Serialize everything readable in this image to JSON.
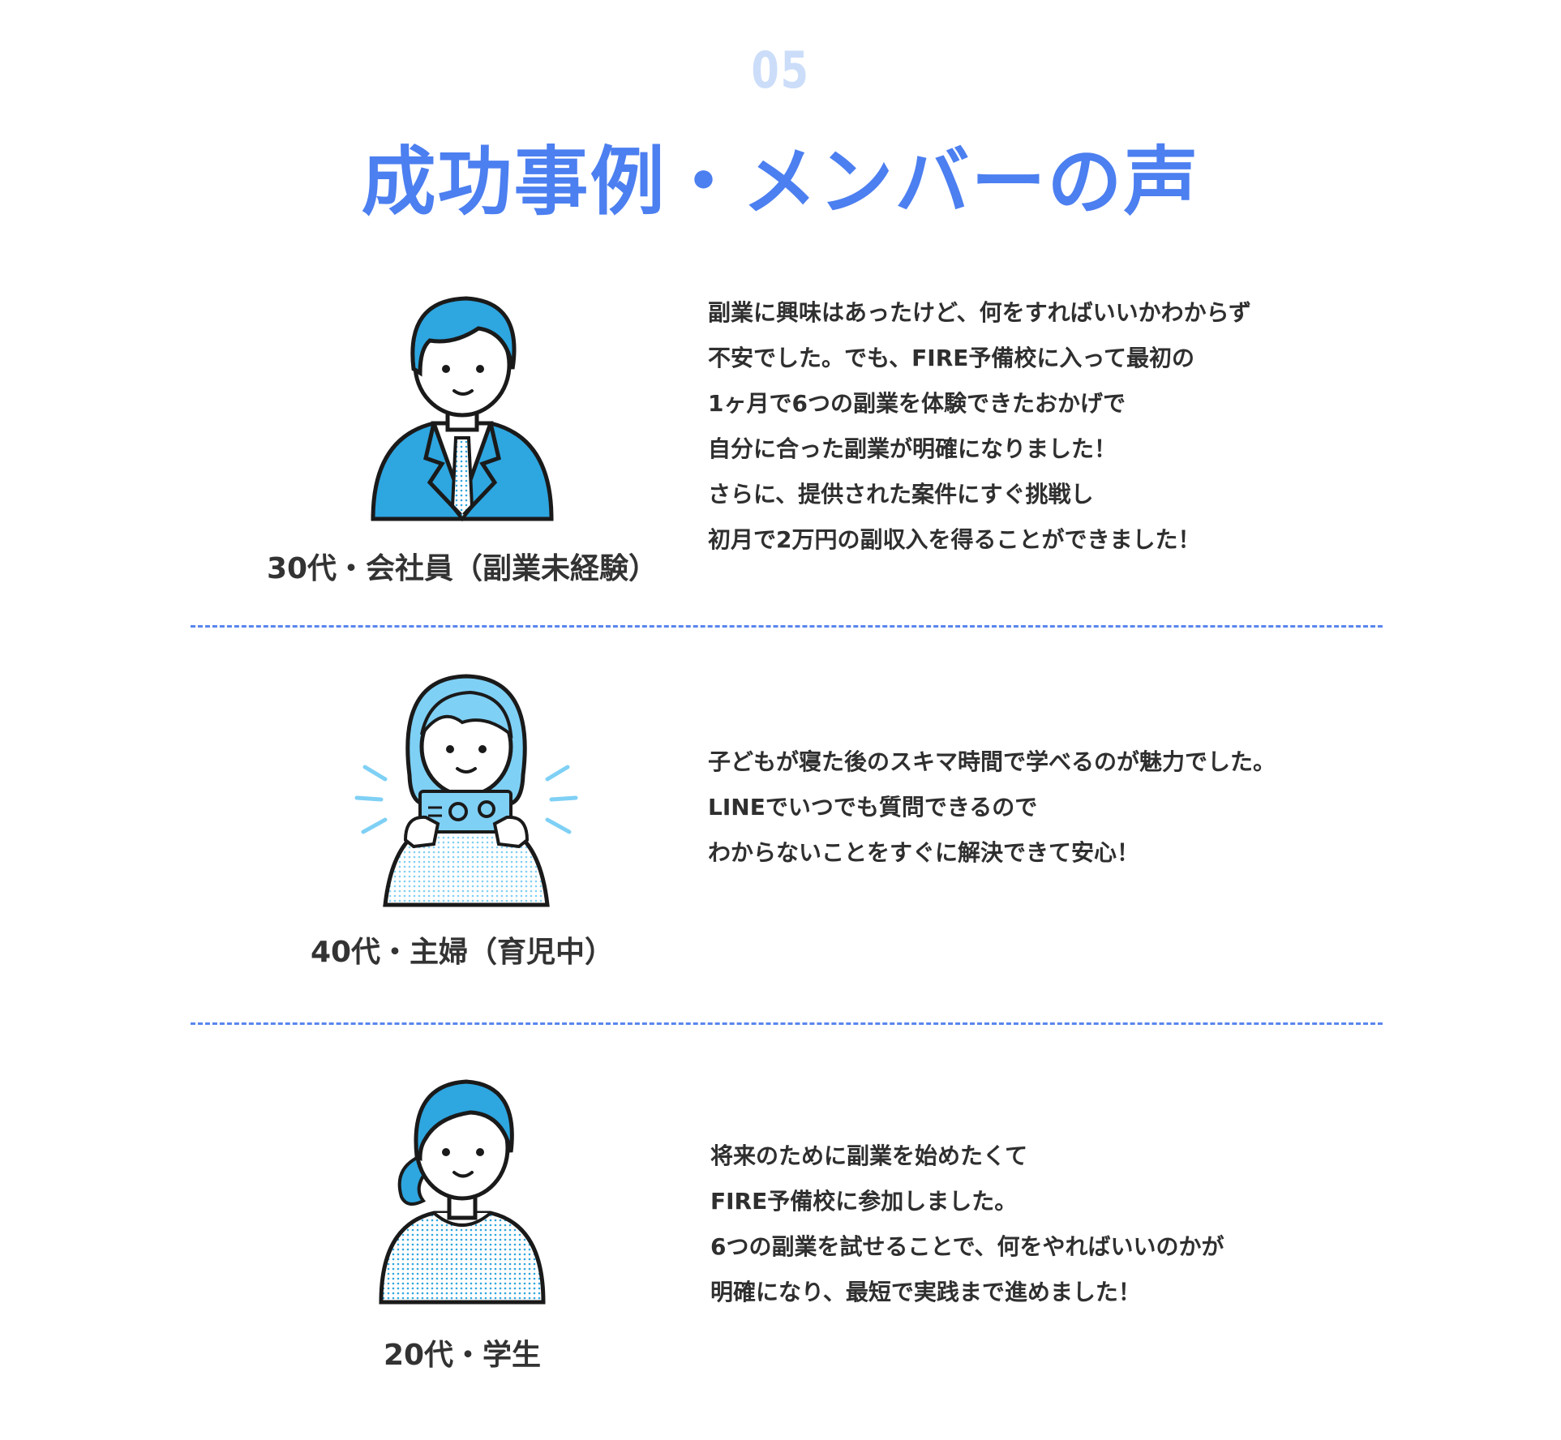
{
  "header": {
    "section_number": "05",
    "title": "成功事例・メンバーの声"
  },
  "colors": {
    "accent": "#4c7ff0",
    "number": "#cbddf9",
    "illustration_blue": "#2ea6e0",
    "illustration_light": "#7fd0f5",
    "divider": "#5a86ee"
  },
  "testimonials": [
    {
      "caption": "30代・会社員（副業未経験）",
      "illustration": "businessman-in-suit",
      "quote_lines": [
        "副業に興味はあったけど、何をすればいいかわからず",
        "不安でした。でも、FIRE予備校に入って最初の",
        "1ヶ月で6つの副業を体験できたおかげで",
        "自分に合った副業が明確になりました！",
        "さらに、提供された案件にすぐ挑戦し",
        "初月で2万円の副収入を得ることができました！"
      ]
    },
    {
      "caption": "40代・主婦（育児中）",
      "illustration": "woman-holding-card",
      "quote_lines": [
        "子どもが寝た後のスキマ時間で学べるのが魅力でした。",
        "LINEでいつでも質問できるので",
        "わからないことをすぐに解決できて安心！"
      ]
    },
    {
      "caption": "20代・学生",
      "illustration": "student-with-ponytail",
      "quote_lines": [
        "将来のために副業を始めたくて",
        "FIRE予備校に参加しました。",
        "6つの副業を試せることで、何をやればいいのかが",
        "明確になり、最短で実践まで進めました！"
      ]
    }
  ]
}
